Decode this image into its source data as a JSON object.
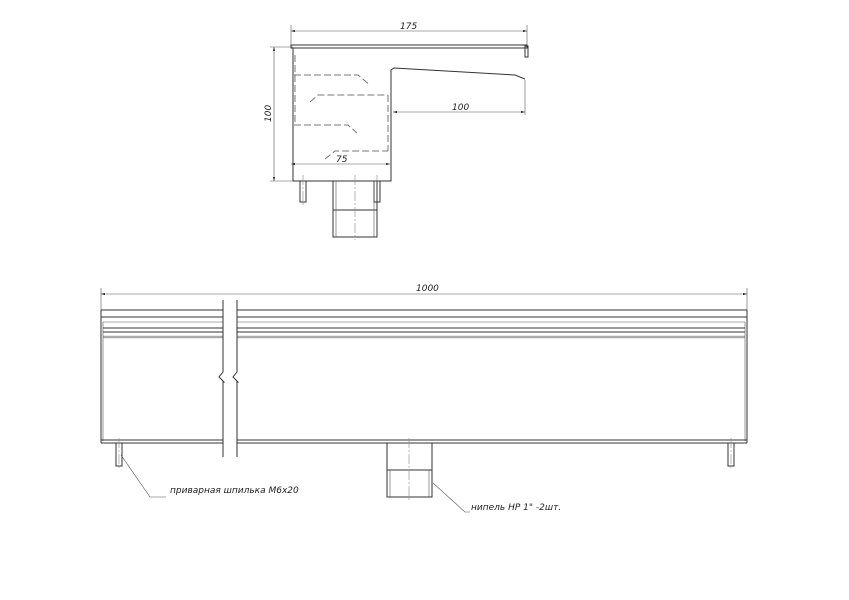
{
  "side_view": {
    "dim_total_width": "175",
    "dim_height": "100",
    "dim_tray_width": "100",
    "dim_body_width": "75"
  },
  "front_view": {
    "dim_length": "1000",
    "callout_stud": "приварная шпилька М6х20",
    "callout_nipple": "нипель НР 1\" -2шт."
  }
}
